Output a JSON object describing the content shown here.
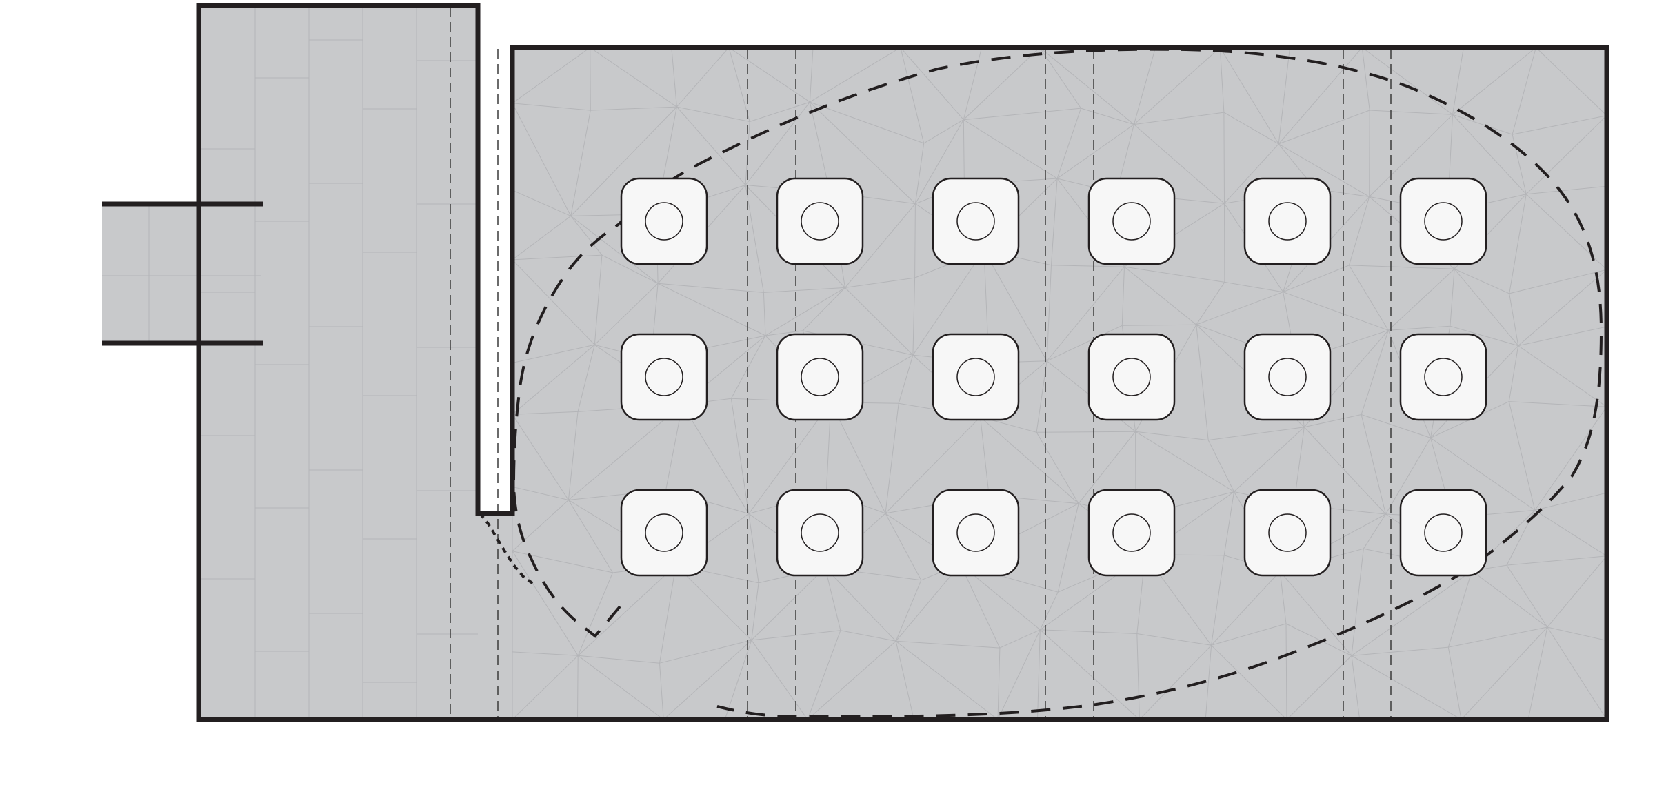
{
  "diagram": {
    "kind": "architectural-floor-plan",
    "labels": [],
    "colors": {
      "background": "#ffffff",
      "floor": "#c8c9cb",
      "wall": "#231f20",
      "tile_seam": "#b4b5b8",
      "grid_line": "#3a3a3a",
      "column_fill": "#f7f7f7",
      "column_stroke": "#231f20"
    },
    "column_grid": {
      "rows": 3,
      "cols": 6
    }
  }
}
